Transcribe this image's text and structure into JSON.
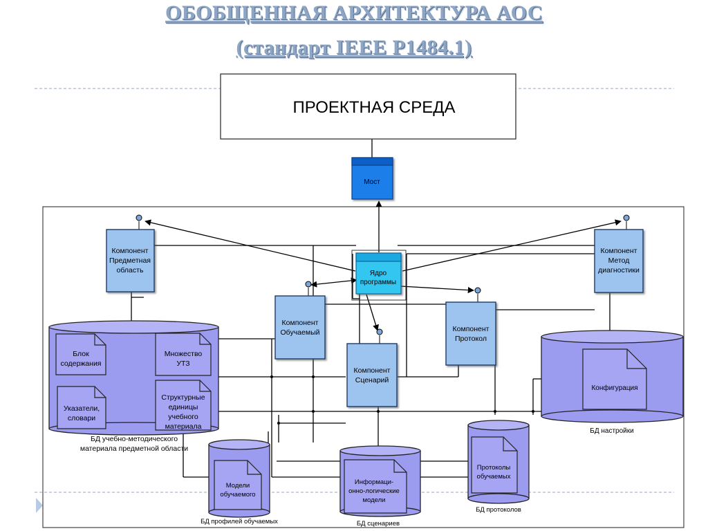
{
  "slide": {
    "title_line1": "ОБОБЩЕННАЯ АРХИТЕКТУРА АОС",
    "title_line2": "(стандарт IEEE P1484.1)"
  },
  "diagram": {
    "env_box": "ПРОЕКТНАЯ СРЕДА",
    "bridge": "Мост",
    "core": [
      "Ядро",
      "программы"
    ],
    "comp_subject": [
      "Компонент",
      "Предметная",
      "область"
    ],
    "comp_method": [
      "Компонент",
      "Метод",
      "диагностики"
    ],
    "comp_learner": [
      "Компонент",
      "Обучаемый"
    ],
    "comp_protocol": [
      "Компонент",
      "Протокол"
    ],
    "comp_scenario": [
      "Компонент",
      "Сценарий"
    ],
    "db_main": {
      "doc_block": [
        "Блок",
        "содержания"
      ],
      "doc_set": [
        "Множество",
        "УТЗ"
      ],
      "doc_pointers": [
        "Указатели,",
        "словари"
      ],
      "doc_units": [
        "Структурные",
        "единицы",
        "учебного",
        "материала"
      ],
      "label": [
        "БД учебно-методического",
        "материала предметной области"
      ]
    },
    "db_settings": {
      "doc": "Конфигурация",
      "label": "БД  настройки"
    },
    "db_profiles": {
      "doc": [
        "Модели",
        "обучаемого"
      ],
      "label": "БД профилей обучаемых"
    },
    "db_scenarios": {
      "doc": [
        "Информаци-",
        "онно-логические",
        "модели"
      ],
      "label": "БД сценариев"
    },
    "db_protocols": {
      "doc": [
        "Протоколы",
        "обучаемых"
      ],
      "label": "БД протоколов"
    }
  },
  "colors": {
    "title": "#8da6c6",
    "component_fill": "#9dc3ef",
    "bridge_fill": "#1a7ee8",
    "core_fill": "#33c6f0",
    "database_fill": "#9b9bf0",
    "doc_fill": "#a5a5f3"
  }
}
